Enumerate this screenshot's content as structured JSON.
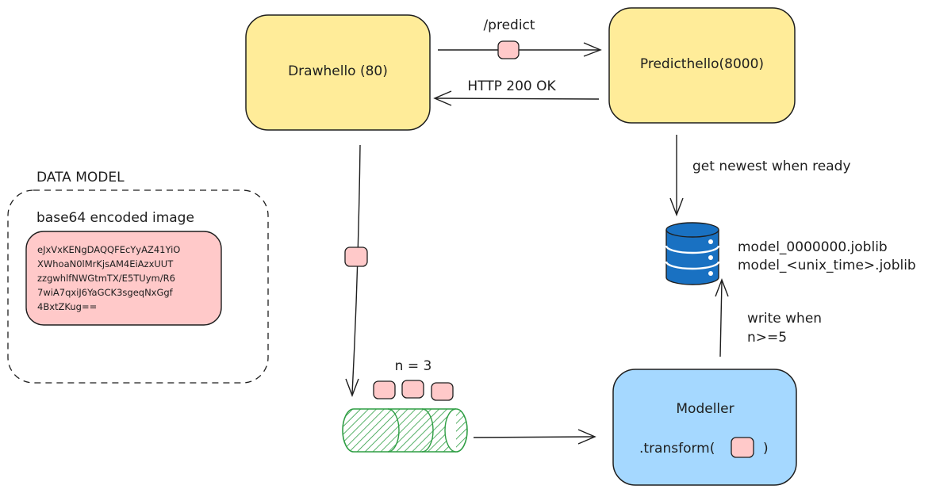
{
  "nodes": {
    "drawhello": {
      "label": "Drawhello (80)",
      "color": "#ffec99"
    },
    "predicthello": {
      "label": "Predicthello(8000)",
      "color": "#ffec99"
    },
    "modeller": {
      "label": "Modeller",
      "method": ".transform(",
      "close": ")",
      "color": "#a5d8ff"
    }
  },
  "edges": {
    "predict": {
      "label": "/predict"
    },
    "http_ok": {
      "label": "HTTP 200 OK"
    },
    "get_newest": {
      "label": "get newest when ready"
    },
    "write_when": {
      "line1": "write when",
      "line2": "n>=5"
    }
  },
  "queue": {
    "label": "n = 3",
    "color": "#2f9e44",
    "items": 3
  },
  "database": {
    "files": [
      "model_0000000.joblib",
      "model_<unix_time>.joblib"
    ],
    "color": "#1971c2"
  },
  "data_model": {
    "title": "DATA MODEL",
    "subtitle": "base64 encoded image",
    "lines": [
      "eJxVxKENgDAQQFEcYyAZ41YiO",
      "XWhoaN0lMrKjsAM4EiAzxUUT",
      "zzgwhlfNWGtmTX/E5TUym/R6",
      "7wiA7qxiJ6YaGCK3sgeqNxGgf",
      "4BxtZKug=="
    ],
    "color": "#ffc9c9"
  },
  "token_color": "#ffc9c9"
}
